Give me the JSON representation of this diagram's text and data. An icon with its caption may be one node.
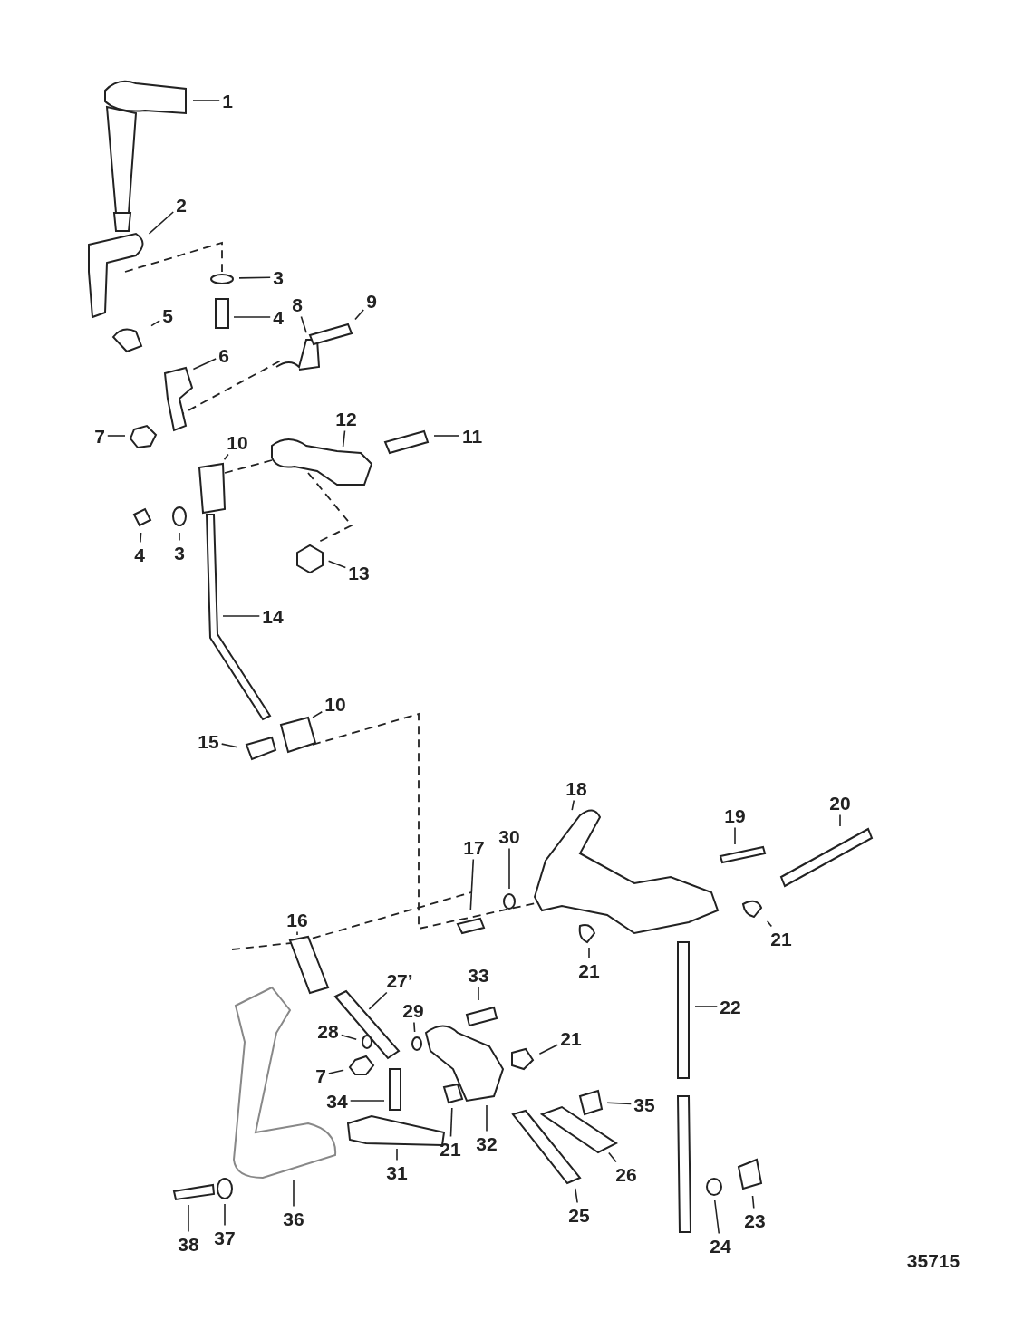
{
  "diagram": {
    "nodes": [
      {
        "text": [
          "1"
        ]
      },
      {
        "text": [
          "2"
        ]
      },
      {
        "text": [
          "3"
        ]
      },
      {
        "text": [
          "4"
        ]
      },
      {
        "text": [
          "5"
        ]
      },
      {
        "text": [
          "6"
        ]
      },
      {
        "text": [
          "7"
        ]
      },
      {
        "text": [
          "8"
        ]
      },
      {
        "text": [
          "9"
        ]
      },
      {
        "text": [
          "10"
        ]
      },
      {
        "text": [
          "11"
        ]
      },
      {
        "text": [
          "12"
        ]
      },
      {
        "text": [
          "4"
        ]
      },
      {
        "text": [
          "3"
        ]
      },
      {
        "text": [
          "13"
        ]
      },
      {
        "text": [
          "14"
        ]
      },
      {
        "text": [
          "10"
        ]
      },
      {
        "text": [
          "15"
        ]
      },
      {
        "text": [
          "18"
        ]
      },
      {
        "text": [
          "19"
        ]
      },
      {
        "text": [
          "20"
        ]
      },
      {
        "text": [
          "17"
        ]
      },
      {
        "text": [
          "30"
        ]
      },
      {
        "text": [
          "21"
        ]
      },
      {
        "text": [
          "16"
        ]
      },
      {
        "text": [
          "21"
        ]
      },
      {
        "text": [
          "27’"
        ]
      },
      {
        "text": [
          "33"
        ]
      },
      {
        "text": [
          "22"
        ]
      },
      {
        "text": [
          "28"
        ]
      },
      {
        "text": [
          "29"
        ]
      },
      {
        "text": [
          "7"
        ]
      },
      {
        "text": [
          "21"
        ]
      },
      {
        "text": [
          "34"
        ]
      },
      {
        "text": [
          "35"
        ]
      },
      {
        "text": [
          "21"
        ]
      },
      {
        "text": [
          "32"
        ]
      },
      {
        "text": [
          "31"
        ]
      },
      {
        "text": [
          "26"
        ]
      },
      {
        "text": [
          "25"
        ]
      },
      {
        "text": [
          "36"
        ]
      },
      {
        "text": [
          "38"
        ]
      },
      {
        "text": [
          "37"
        ]
      },
      {
        "text": [
          "24"
        ]
      },
      {
        "text": [
          "23"
        ]
      }
    ],
    "edges": [
      {
        "from": 0,
        "to": null,
        "arrow": "none"
      },
      {
        "from": 1,
        "to": null,
        "arrow": "none"
      },
      {
        "from": 2,
        "to": null,
        "arrow": "none"
      },
      {
        "from": 3,
        "to": null,
        "arrow": "none"
      },
      {
        "from": 4,
        "to": null,
        "arrow": "none"
      },
      {
        "from": 5,
        "to": null,
        "arrow": "none"
      },
      {
        "from": 6,
        "to": null,
        "arrow": "none"
      },
      {
        "from": 7,
        "to": null,
        "arrow": "none"
      },
      {
        "from": 8,
        "to": null,
        "arrow": "none"
      },
      {
        "from": 9,
        "to": null,
        "arrow": "none"
      },
      {
        "from": 10,
        "to": null,
        "arrow": "none"
      },
      {
        "from": 11,
        "to": null,
        "arrow": "none"
      },
      {
        "from": 12,
        "to": null,
        "arrow": "none"
      },
      {
        "from": 13,
        "to": null,
        "arrow": "none"
      },
      {
        "from": 14,
        "to": null,
        "arrow": "none"
      },
      {
        "from": 15,
        "to": null,
        "arrow": "none"
      },
      {
        "from": 16,
        "to": null,
        "arrow": "none"
      },
      {
        "from": 17,
        "to": null,
        "arrow": "none"
      },
      {
        "from": 18,
        "to": null,
        "arrow": "none"
      },
      {
        "from": 19,
        "to": null,
        "arrow": "none"
      },
      {
        "from": 20,
        "to": null,
        "arrow": "none"
      },
      {
        "from": 21,
        "to": null,
        "arrow": "none"
      },
      {
        "from": 22,
        "to": null,
        "arrow": "none"
      },
      {
        "from": 23,
        "to": null,
        "arrow": "none"
      },
      {
        "from": 24,
        "to": null,
        "arrow": "none"
      },
      {
        "from": 25,
        "to": null,
        "arrow": "none"
      },
      {
        "from": 26,
        "to": null,
        "arrow": "none"
      },
      {
        "from": 27,
        "to": null,
        "arrow": "none"
      },
      {
        "from": 28,
        "to": null,
        "arrow": "none"
      },
      {
        "from": 29,
        "to": null,
        "arrow": "none"
      },
      {
        "from": 30,
        "to": null,
        "arrow": "none"
      },
      {
        "from": 31,
        "to": null,
        "arrow": "none"
      },
      {
        "from": 32,
        "to": null,
        "arrow": "none"
      },
      {
        "from": 33,
        "to": null,
        "arrow": "none"
      },
      {
        "from": 34,
        "to": null,
        "arrow": "none"
      },
      {
        "from": 35,
        "to": null,
        "arrow": "none"
      },
      {
        "from": 36,
        "to": null,
        "arrow": "none"
      },
      {
        "from": 37,
        "to": null,
        "arrow": "none"
      },
      {
        "from": 38,
        "to": null,
        "arrow": "none"
      },
      {
        "from": 39,
        "to": null,
        "arrow": "none"
      },
      {
        "from": 40,
        "to": null,
        "arrow": "none"
      },
      {
        "from": 41,
        "to": null,
        "arrow": "none"
      },
      {
        "from": 42,
        "to": null,
        "arrow": "none"
      },
      {
        "from": 43,
        "to": null,
        "arrow": "none"
      },
      {
        "from": 44,
        "to": null,
        "arrow": "none"
      }
    ],
    "labels": [
      "35715"
    ]
  }
}
